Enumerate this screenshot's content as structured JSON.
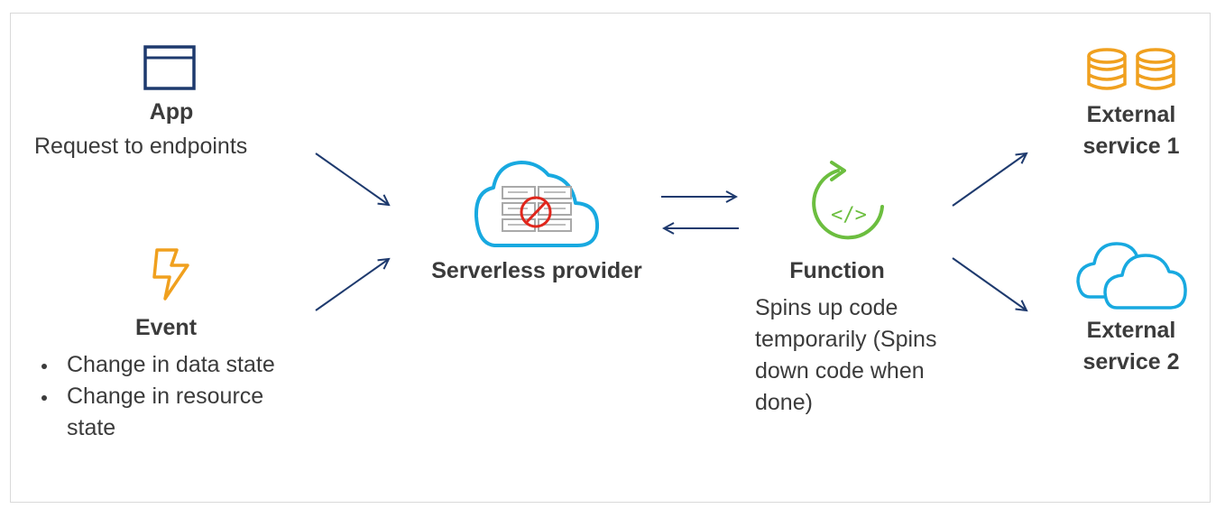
{
  "app": {
    "title": "App",
    "description": "Request to endpoints"
  },
  "event": {
    "title": "Event",
    "bullets": [
      "Change in data state",
      "Change in resource state"
    ]
  },
  "provider": {
    "title": "Serverless provider"
  },
  "function": {
    "title": "Function",
    "description": "Spins up code temporarily (Spins down code when done)",
    "code_symbol": "</>"
  },
  "service1": {
    "title": "External service 1"
  },
  "service2": {
    "title": "External service 2"
  },
  "colors": {
    "navy": "#1e3a6e",
    "cyan": "#18a9e0",
    "orange": "#f0a01e",
    "green": "#6cbe3f",
    "red": "#e0261c",
    "text": "#3b3b3b"
  },
  "icons": [
    "browser-window-icon",
    "lightning-bolt-icon",
    "cloud-server-blocked-icon",
    "code-refresh-icon",
    "database-stack-icon",
    "clouds-icon"
  ]
}
